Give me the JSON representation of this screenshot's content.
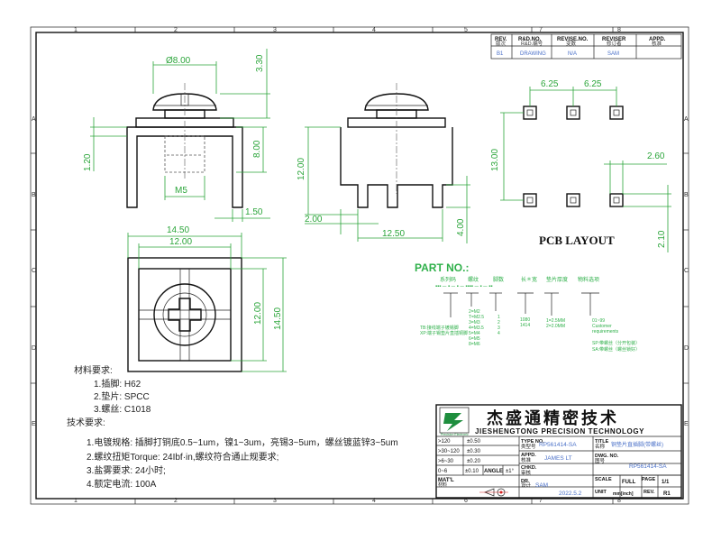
{
  "colors": {
    "dim": "#2ba53a",
    "revtext": "#4a70c8",
    "partgreen": "#2fb04a",
    "ink": "#111111",
    "red": "#d62020"
  },
  "grid": {
    "cols_top": [
      "1",
      "2",
      "3",
      "4",
      "5",
      "6",
      "7",
      "8"
    ],
    "cols_bottom": [
      "1",
      "2",
      "3",
      "4",
      "5",
      "6",
      "7",
      "8"
    ],
    "rows": [
      "A",
      "B",
      "C",
      "D",
      "E"
    ]
  },
  "revision_table": {
    "headers": [
      {
        "en": "REV.",
        "cn": "版次"
      },
      {
        "en": "R&D.NO.",
        "cn": "R&D.编号"
      },
      {
        "en": "REVISE.NO.",
        "cn": "变数"
      },
      {
        "en": "REVISER",
        "cn": "修订者"
      },
      {
        "en": "APPD.",
        "cn": "核准"
      }
    ],
    "row": [
      "B1",
      "DRAWING",
      "N/A",
      "SAM",
      ""
    ]
  },
  "dims": {
    "d_screw": "Ø8.00",
    "d_330": "3.30",
    "d_120": "1.20",
    "d_800": "8.00",
    "d_m5": "M5",
    "d_150": "1.50",
    "d_1450_top": "14.50",
    "d_1200_top": "12.00",
    "d_1200_side": "12.00",
    "d_1450_side": "14.50",
    "d_side_h": "12.00",
    "d_200": "2.00",
    "d_1250": "12.50",
    "d_400": "4.00",
    "pcb_625a": "6.25",
    "pcb_625b": "6.25",
    "pcb_1300": "13.00",
    "pcb_260": "2.60",
    "pcb_210": "2.10"
  },
  "pcb_title": "PCB LAYOUT",
  "part_no": {
    "title": "PART NO.:",
    "headers": [
      "系列码",
      "螺纹",
      "脚数",
      "长＊宽",
      "垫片厚度",
      "物料选项"
    ],
    "col_screw": [
      "2=M2",
      "T=M2.5",
      "3=M3",
      "4=M3.5",
      "5=M4",
      "6=M5",
      "8=M6"
    ],
    "col_pin": [
      "1",
      "2",
      "3",
      "4"
    ],
    "col_lw": [
      "1080",
      "1414"
    ],
    "col_thick": [
      "1=2.5MM",
      "2=2.0MM"
    ],
    "col_code": [
      "01~99",
      "Customer",
      "requirements"
    ],
    "left_notes": [
      "TB:接线端子镀锡脚",
      "XP:端子锡垫片直插铜脚"
    ],
    "right_notes": [
      "SP:带螺丝（分开包装）",
      "SA:带螺丝（螺丝锁好）"
    ]
  },
  "materials": {
    "title": "材料要求:",
    "items": [
      "1.插脚: H62",
      "2.垫片: SPCC",
      "3.螺丝: C1018"
    ]
  },
  "tech": {
    "title": "技术要求:",
    "items": [
      "1.电镀规格: 插脚打铜底0.5~1um，镍1~3um，亮锡3~5um，螺丝镀蓝锌3~5um",
      "2.螺纹扭矩Torque: 24Ibf·in,螺纹符合通止规要求;",
      "3.盐雾要求: 24小时;",
      "4.额定电流: 100A"
    ]
  },
  "title_block": {
    "company_cn": "杰盛通精密技术",
    "company_en": "JIESHENGTONG PRECISION TECHNOLOGY",
    "logo_sub": "Precision Electronic",
    "tol": [
      {
        "range": ">120",
        "value": "±0.50"
      },
      {
        "range": ">30~120",
        "value": "±0.30"
      },
      {
        "range": ">6~30",
        "value": "±0.20"
      },
      {
        "range": "0~6",
        "value": "±0.10"
      }
    ],
    "angle_label": "ANGLE",
    "angle_value": "±1°",
    "matl_label": "MAT'L",
    "matl_label2": "材料",
    "type_no_label": "TYPE NO.",
    "type_no_label2": "类型号",
    "type_no": "RP561414-SA",
    "title_label": "TITLE",
    "title_label2": "名称",
    "title_value": "铜垫片直插脚(带螺丝)",
    "appd_label": "APPD.",
    "appd_label2": "核准",
    "appd_value": "JAMES LT",
    "chkd_label": "CHKD.",
    "chkd_label2": "审核",
    "dwg_label": "DWG. NO.",
    "dwg_label2": "图号",
    "dwg_value": "RP561414-SA",
    "dr_label": "DR.",
    "dr_label2": "设计",
    "dr_value": "SAM",
    "date": "2022.5.2",
    "scale_label": "SCALE",
    "scale_value": "FULL",
    "page_label": "PAGE",
    "page_value": "1/1",
    "unit_label": "UNIT",
    "unit_value": "mm[inch]",
    "rev_label": "REV.",
    "rev_value": "R1"
  }
}
